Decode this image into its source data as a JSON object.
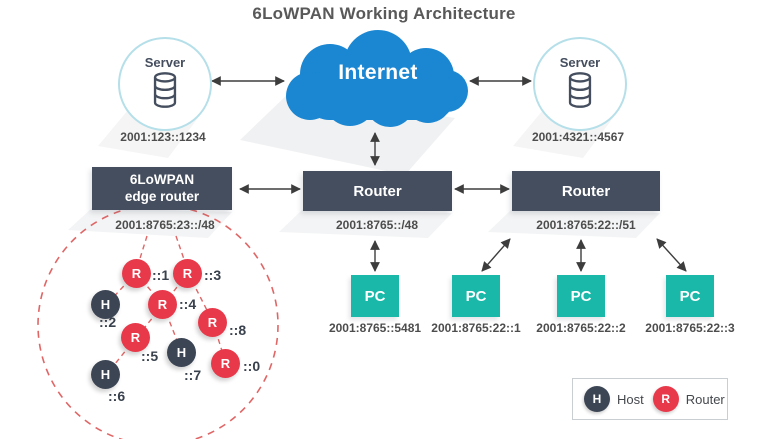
{
  "title": "6LoWPAN Working Architecture",
  "internet": {
    "label": "Internet"
  },
  "servers": [
    {
      "label": "Server",
      "address": "2001:123::1234"
    },
    {
      "label": "Server",
      "address": "2001:4321::4567"
    }
  ],
  "edge_router": {
    "label_line1": "6LoWPAN",
    "label_line2": "edge router",
    "address": "2001:8765:23::/48"
  },
  "routers": [
    {
      "label": "Router",
      "address": "2001:8765::/48"
    },
    {
      "label": "Router",
      "address": "2001:8765:22::/51"
    }
  ],
  "pcs": [
    {
      "label": "PC",
      "address": "2001:8765::5481"
    },
    {
      "label": "PC",
      "address": "2001:8765:22::1"
    },
    {
      "label": "PC",
      "address": "2001:8765:22::2"
    },
    {
      "label": "PC",
      "address": "2001:8765:22::3"
    }
  ],
  "mesh": {
    "nodes": [
      {
        "type": "R",
        "label": "::1"
      },
      {
        "type": "R",
        "label": "::3"
      },
      {
        "type": "H",
        "label": "::2"
      },
      {
        "type": "R",
        "label": "::4"
      },
      {
        "type": "R",
        "label": "::8"
      },
      {
        "type": "R",
        "label": "::5"
      },
      {
        "type": "H",
        "label": "::7"
      },
      {
        "type": "R",
        "label": "::0"
      },
      {
        "type": "H",
        "label": "::6"
      }
    ]
  },
  "legend": {
    "host": {
      "symbol": "H",
      "label": "Host"
    },
    "router": {
      "symbol": "R",
      "label": "Router"
    }
  },
  "colors": {
    "cloud_blue": "#1b87d2",
    "box_slate": "#454e5e",
    "pc_teal": "#19b8a8",
    "node_red": "#e8394a",
    "node_dark": "#3c4554",
    "dashed_red": "#e06666",
    "server_ring": "#b5dfe9",
    "arrow": "#3d3d3d"
  }
}
